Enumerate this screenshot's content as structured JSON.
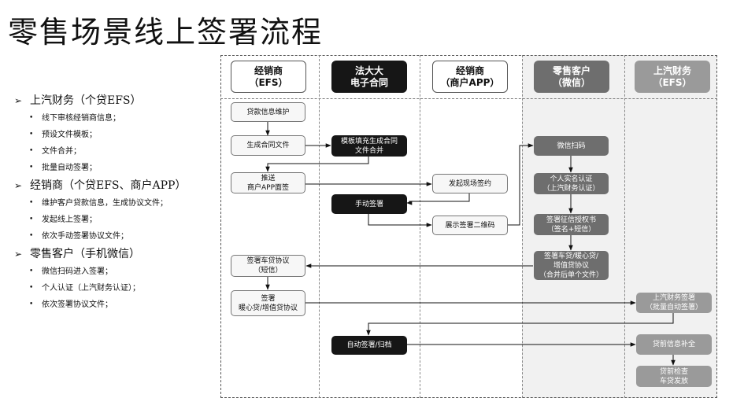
{
  "title": "零售场景线上签署流程",
  "sections": [
    {
      "heading": "上汽财务（个贷EFS）",
      "items": [
        "线下审核经销商信息；",
        "预设文件模板；",
        "文件合并；",
        "批量自动签署；"
      ]
    },
    {
      "heading": "经销商（个贷EFS、商户APP）",
      "items": [
        "维护客户贷款信息，生成协议文件；",
        "发起线上签署；",
        "依次手动签署协议文件；"
      ]
    },
    {
      "heading": "零售客户（手机微信）",
      "items": [
        "微信扫码进入签署；",
        "个人认证（上汽财务认证）；",
        "依次签署协议文件；"
      ]
    }
  ],
  "bullet_arrow": "➢",
  "lanes": [
    {
      "line1": "经销商",
      "line2": "（EFS）"
    },
    {
      "line1": "法大大",
      "line2": "电子合同"
    },
    {
      "line1": "经销商",
      "line2": "（商户APP）"
    },
    {
      "line1": "零售客户",
      "line2": "（微信）"
    },
    {
      "line1": "上汽财务",
      "line2": "（EFS）"
    }
  ],
  "boxes": {
    "loan_info": [
      "贷款信息维护"
    ],
    "gen_contract": [
      "生成合同文件"
    ],
    "template_fill": [
      "模板填充生成合同",
      "文件合并"
    ],
    "push_sign": [
      "推送",
      "商户APP面签"
    ],
    "start_onsite": [
      "发起现场签约"
    ],
    "manual_sign": [
      "手动签署"
    ],
    "show_qr": [
      "展示签署二维码"
    ],
    "wechat_scan": [
      "微信扫码"
    ],
    "realname_auth": [
      "个人实名认证",
      "（上汽财务认证）"
    ],
    "credit_auth": [
      "签署征信授权书",
      "（签名+短信）"
    ],
    "sign_agreements": [
      "签署车贷/暖心贷/",
      "增值贷协议",
      "（合并后单个文件）"
    ],
    "sign_car_loan": [
      "签署车贷协议",
      "（短信）"
    ],
    "sign_warm_loan": [
      "签署",
      "暖心贷/增值贷协议"
    ],
    "saic_sign": [
      "上汽财务签署",
      "（批量自动签署）"
    ],
    "auto_sign": [
      "自动签署/归档"
    ],
    "preloan_supp": [
      "贷前信息补全"
    ],
    "preloan_check": [
      "贷前检查",
      "车贷发放"
    ]
  }
}
